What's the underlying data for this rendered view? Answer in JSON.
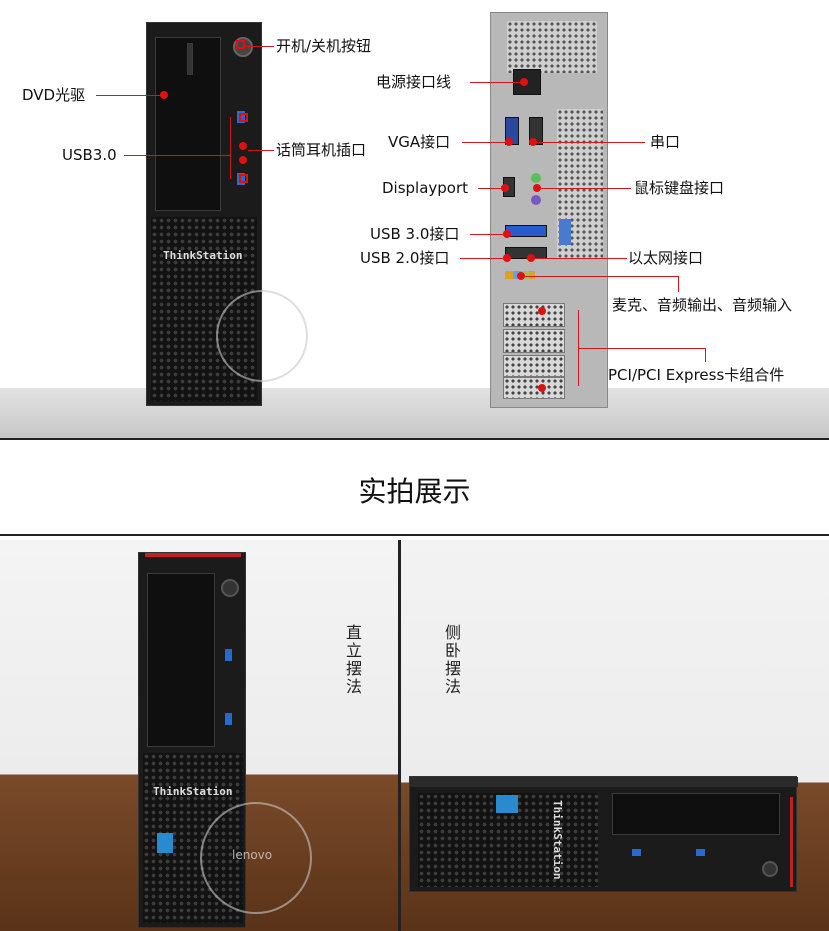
{
  "labels": {
    "power_button": "开机/关机按钮",
    "power_connector": "电源接口线",
    "dvd": "DVD光驱",
    "usb30_front": "USB3.0",
    "vga": "VGA接口",
    "serial": "串口",
    "mic_headphone": "话筒耳机插口",
    "displayport": "Displayport",
    "ps2": "鼠标键盘接口",
    "usb30_rear": "USB 3.0接口",
    "usb20_rear": "USB 2.0接口",
    "ethernet": "以太网接口",
    "audio": "麦克、音频输出、音频输入",
    "pci": "PCI/PCI Express卡组合件"
  },
  "brand": "ThinkStation",
  "watermark": "lenovo",
  "section_title": "实拍展示",
  "upright_label": "直立摆法",
  "side_label": "侧卧摆法",
  "colors": {
    "accent": "#d01818",
    "case": "#1b1b1b"
  }
}
